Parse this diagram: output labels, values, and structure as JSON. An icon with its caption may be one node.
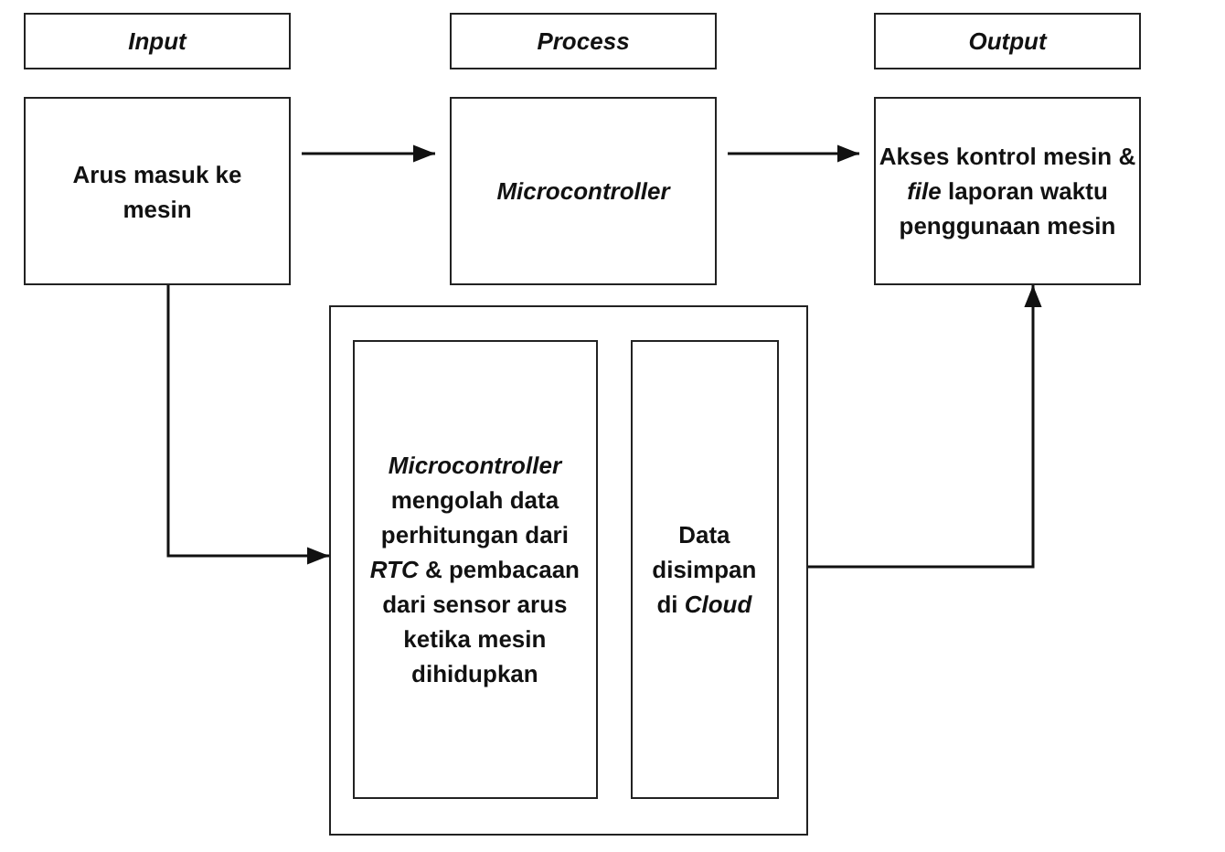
{
  "diagram": {
    "nodes": [
      {
        "text": [
          "Input"
        ]
      },
      {
        "text": [
          "Process"
        ]
      },
      {
        "text": [
          "Output"
        ]
      },
      {
        "text": [
          "Arus masuk ke mesin"
        ]
      },
      {
        "text": [
          "Microcontroller"
        ]
      },
      {
        "text": [
          "Akses kontrol mesin & *file* laporan waktu penggunaan mesin"
        ]
      },
      {
        "text": [],
        "shape": "box"
      },
      {
        "text": [
          "*Microcontroller* mengolah data perhitungan dari *RTC* & pembacaan dari sensor arus ketika mesin dihidupkan"
        ],
        "in": 6
      },
      {
        "text": [
          "Data disimpan di *Cloud*"
        ],
        "in": 6
      }
    ],
    "edges": [
      {
        "from": 3,
        "to": 4,
        "arrow": "to"
      },
      {
        "from": 4,
        "to": 5,
        "arrow": "to"
      },
      {
        "from": 3,
        "to": 6,
        "arrow": "to"
      },
      {
        "from": 6,
        "to": 5,
        "arrow": "to"
      }
    ]
  }
}
